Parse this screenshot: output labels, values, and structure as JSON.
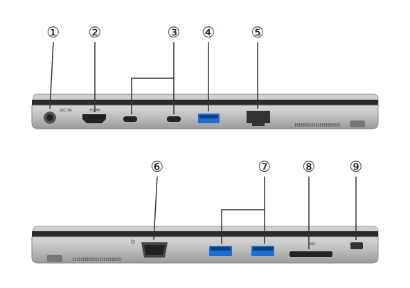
{
  "diagram": {
    "labels": [
      "①",
      "②",
      "③",
      "④",
      "⑤",
      "DC IN",
      "HDMI",
      "⑥",
      "⑦",
      "⑧",
      "⑨",
      "SD"
    ]
  }
}
